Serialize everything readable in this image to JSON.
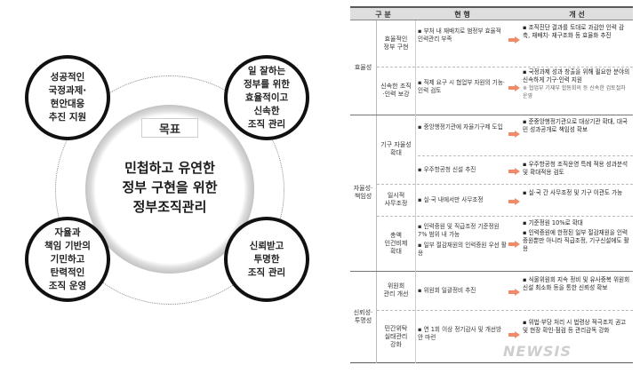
{
  "diagram": {
    "goal_tag": "목표",
    "goal_lines": [
      "민첩하고 유연한",
      "정부 구현을 위한",
      "정부조직관리"
    ],
    "top_left": [
      "성공적인",
      "국정과제·",
      "현안대응",
      "추진 지원"
    ],
    "top_right": [
      "일 잘하는",
      "정부를 위한",
      "효율적이고",
      "신속한",
      "조직 관리"
    ],
    "bottom_left": [
      "자율과",
      "책임 기반의",
      "기민하고",
      "탄력적인",
      "조직 운영"
    ],
    "bottom_right": [
      "신뢰받고",
      "투명한",
      "조직 관리"
    ]
  },
  "table": {
    "headers": [
      "구 분",
      "현 행",
      "개 선"
    ],
    "cat_efficiency": "효율성",
    "cat_autonomy": "자율성·\n책임성",
    "cat_trust": "신뢰성·\n투명성",
    "r1": {
      "sub": "효율적인\n정부 구현",
      "cur": "▪ 부처 내 재배치로 범정부 효율적 인력관리 부족",
      "imp": "▪ 조직진단 결과를 토대로 과감한 인력 감축, 재배치· 재구조화 등 효율화 추진"
    },
    "r2": {
      "sub": "신속한 조직\n·인력 보강",
      "cur": "▪ 직제 요구 시 협업부 자원의 기능·인력 검토",
      "imp": "▪ 국정과제 성과 창출을 위해 필요한 분야의 신속하게 기구·인력 지원",
      "note": "※ 협업부 기재부 합동회의 등 신속한 검토절차 운영"
    },
    "r3": {
      "sub": "기구 자율성\n확대",
      "cur_a": "▪ 중앙행정기관에 자율기구제 도입",
      "imp_a": "▪ 준중앙행정기관으로 대상기관 확대, 대국민 성과공개로 책임성 확보",
      "cur_b": "▪ 우주항공청 신설 추진",
      "imp_b": "▪ 우주항공청 조직운영 특례 적용 성과분석 및 확대적용 검토"
    },
    "r4": {
      "sub": "일시적\n사무조정",
      "cur": "▪ 실·국 내에서만 사무조정",
      "imp": "▪ 실·국 간 사무조정 및 기구 이관도 가능"
    },
    "r5": {
      "sub": "총액\n인건비제\n확대",
      "cur_a": "▪ 인력증원 및 직급조정 기준정원 7% 범위 내 가능",
      "cur_b": "▪ 일부 절감재원의 인력증원 우선 활용",
      "imp_a": "▪ 기준정원 10%로 확대",
      "imp_b": "▪ 인력증원에 한정된 일부 절감재원을 인력증원뿐만 아니라 직급조정, 기구신설에도 활용"
    },
    "r6": {
      "sub": "위원회\n관리 개선",
      "cur": "▪ 위원회 일괄정비 추진",
      "imp": "▪ 식물위원회 지속 정비 및 유사중복 위원회 신설 최소화 등을 통한 신뢰성 확보"
    },
    "r7": {
      "sub": "민간위탁\n실태관리\n강화",
      "cur": "▪ 연 1회 이상 정기감사 및 개선방안 마련",
      "imp": "▪ 위법·부당 처리 시 법령상 적극조치 권고 및 현장 확인·점검 등 관리감독 강화"
    }
  },
  "watermark": "NEWSIS"
}
